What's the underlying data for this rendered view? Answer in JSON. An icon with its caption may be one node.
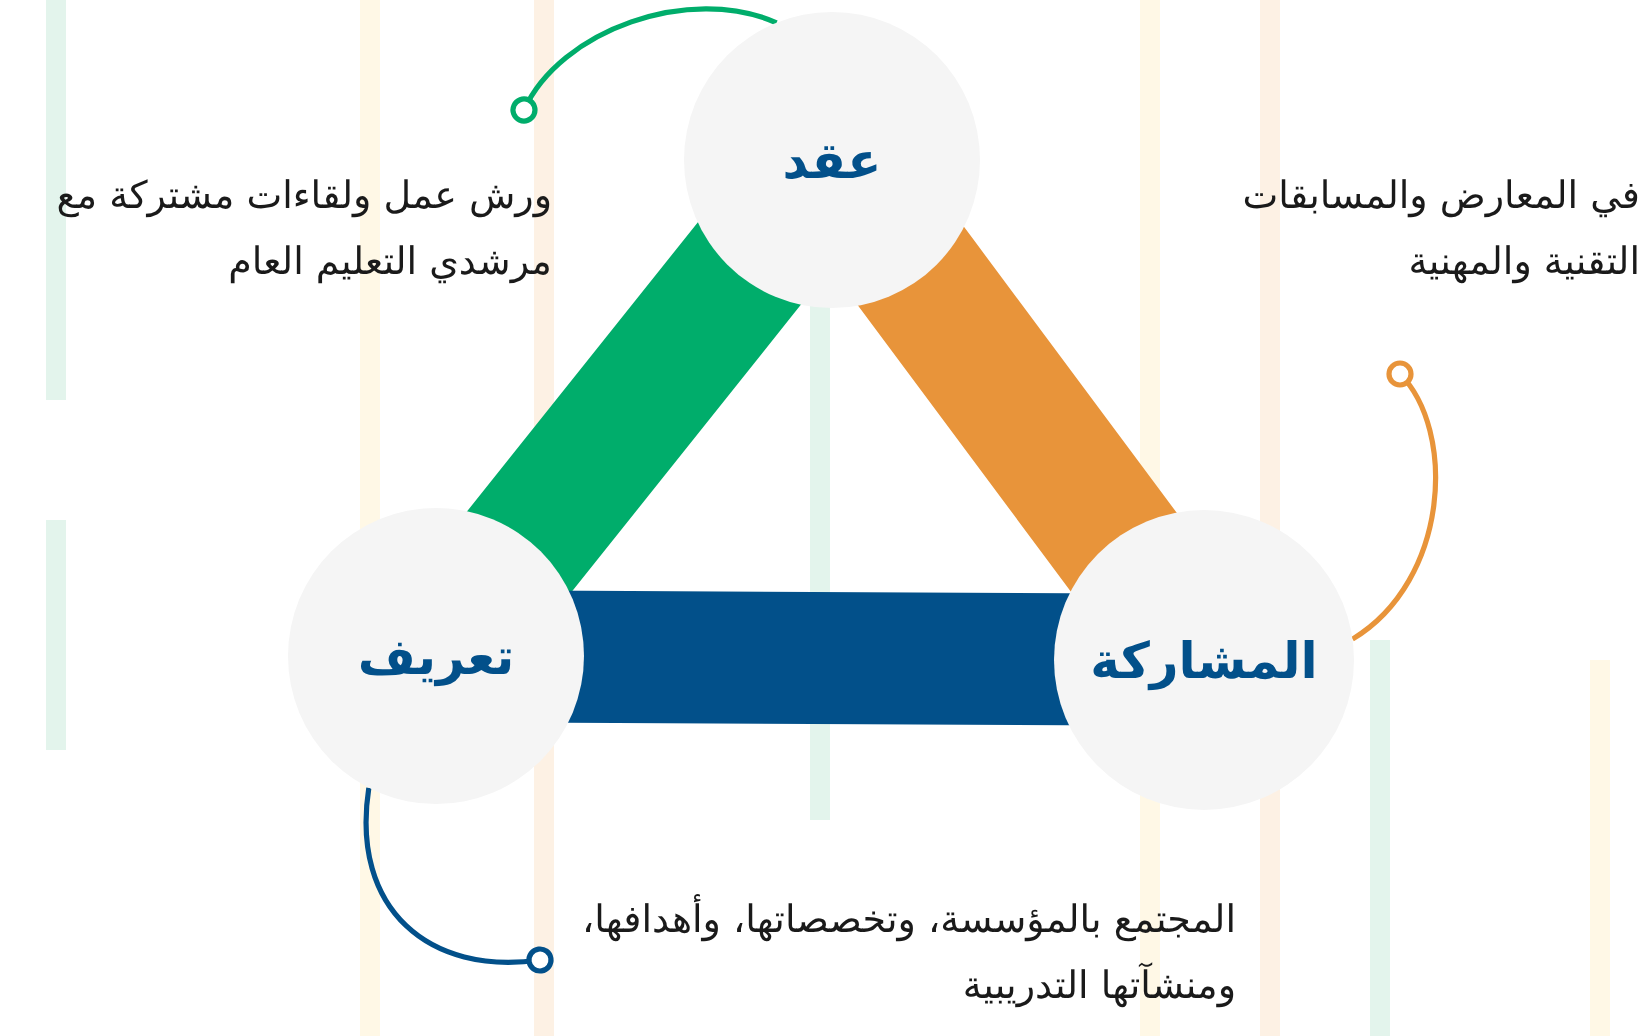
{
  "diagram": {
    "nodes": [
      {
        "text": [
          "عقد"
        ]
      },
      {
        "text": [
          "ورش عمل ولقاءات مشتركة مع مرشدي التعليم العام"
        ]
      },
      {
        "text": [
          "في المعارض والمسابقات التقنية والمهنية"
        ]
      },
      {
        "text": [
          "تعريف"
        ]
      },
      {
        "text": [
          "المشاركة"
        ]
      },
      {
        "text": [
          "المجتمع بالمؤسسة، وتخصصاتها، وأهدافها، ومنشآتها التدريبية"
        ]
      }
    ],
    "edges": [
      {
        "from": 0,
        "to": 3,
        "arrow": "none",
        "style": "thick",
        "color": "#00ad6b"
      },
      {
        "from": 0,
        "to": 4,
        "arrow": "none",
        "style": "thick",
        "color": "#e8943a"
      },
      {
        "from": 3,
        "to": 4,
        "arrow": "none",
        "style": "thick",
        "color": "#02508a"
      },
      {
        "from": 0,
        "to": 1,
        "arrow": "other",
        "color": "#00ad6b"
      },
      {
        "from": 4,
        "to": 2,
        "arrow": "other",
        "color": "#e8943a"
      },
      {
        "from": 3,
        "to": 5,
        "arrow": "other",
        "color": "#02508a"
      }
    ]
  }
}
